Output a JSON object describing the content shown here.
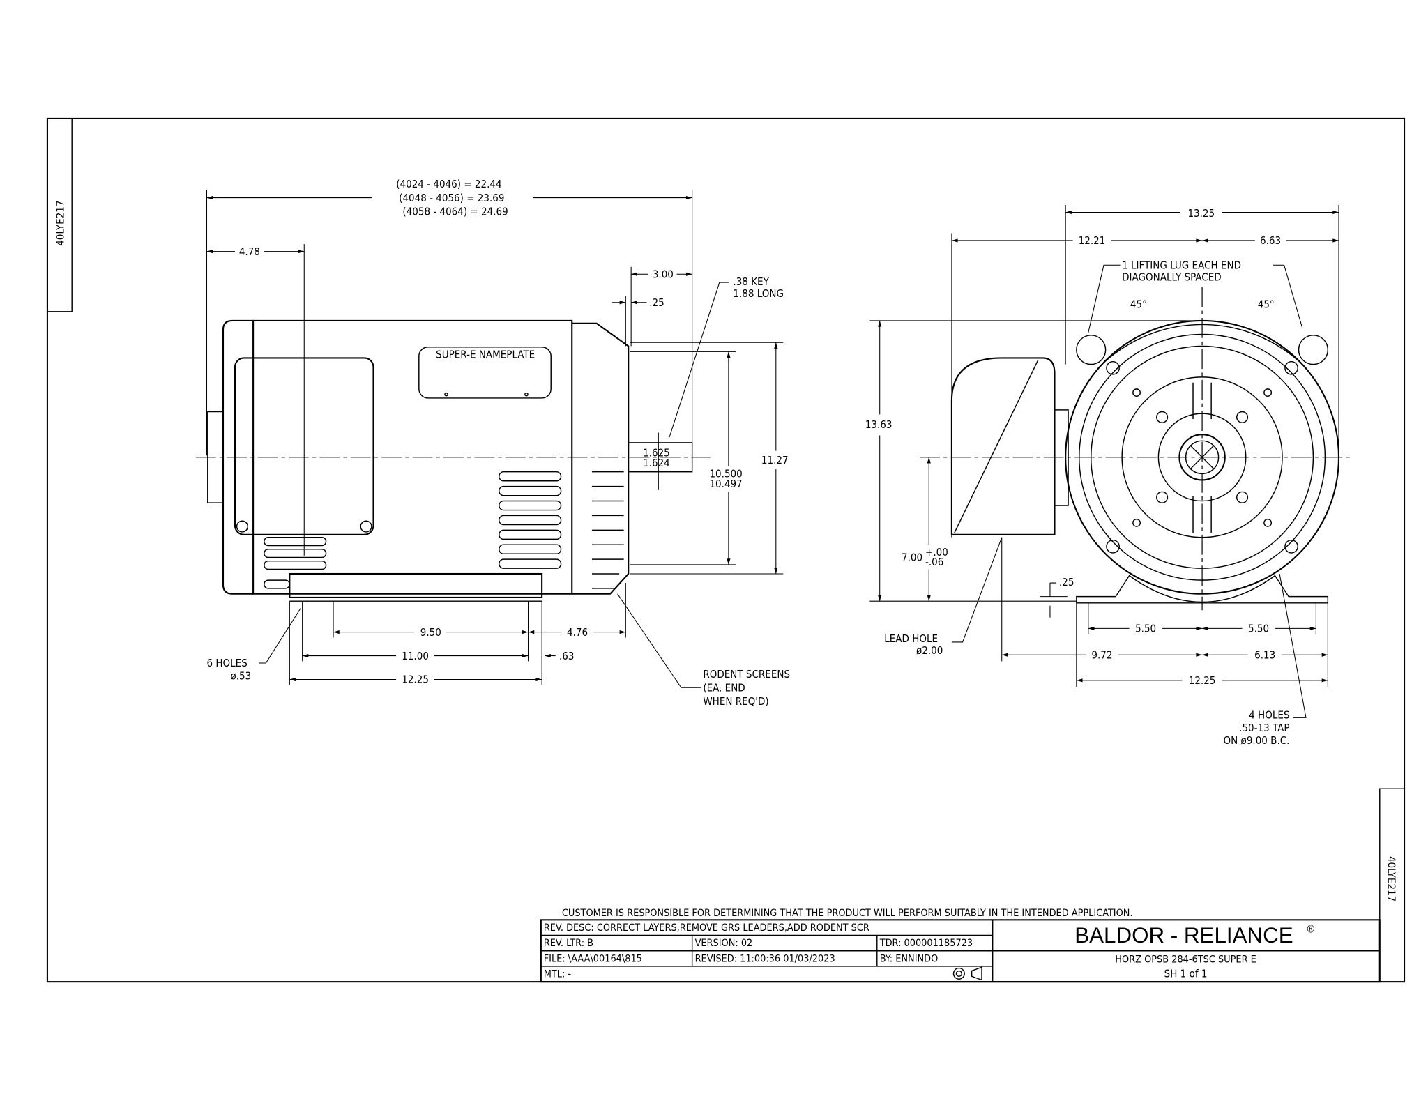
{
  "drawing_number": "40LYE217",
  "side_view": {
    "overall_length_lines": [
      "(4024 - 4046) = 22.44",
      "(4048 - 4056) = 23.69",
      "(4058 - 4064) = 24.69"
    ],
    "dim_478": "4.78",
    "dim_300": "3.00",
    "dim_025": ".25",
    "key_note": [
      ".38 KEY",
      "1.88 LONG"
    ],
    "nameplate": "SUPER-E  NAMEPLATE",
    "shaft_dia": [
      "1.625",
      "1.624"
    ],
    "pilot_dia": [
      "10.500",
      "10.497"
    ],
    "dim_1127": "11.27",
    "dim_950": "9.50",
    "dim_476": "4.76",
    "dim_1100": "11.00",
    "dim_063": ".63",
    "dim_1225": "12.25",
    "holes_note": [
      "6 HOLES",
      "ø.53"
    ],
    "rodent_note": [
      "RODENT SCREENS",
      "(EA. END",
      "WHEN REQ'D)"
    ]
  },
  "end_view": {
    "dim_1325": "13.25",
    "dim_1221": "12.21",
    "dim_663": "6.63",
    "lug_note": [
      "1 LIFTING LUG EACH END",
      "DIAGONALLY SPACED"
    ],
    "angle_left": "45°",
    "angle_right": "45°",
    "dim_1363": "13.63",
    "dim_700": "7.00",
    "dim_700_tol_plus": "+.00",
    "dim_700_tol_minus": "-.06",
    "dim_025": ".25",
    "lead_hole_note": [
      "LEAD HOLE",
      "ø2.00"
    ],
    "dim_550_left": "5.50",
    "dim_550_right": "5.50",
    "dim_972": "9.72",
    "dim_613": "6.13",
    "dim_1225": "12.25",
    "tap_note": [
      "4 HOLES",
      ".50-13 TAP",
      "ON ø9.00 B.C."
    ]
  },
  "title_block": {
    "disclaimer": "CUSTOMER IS RESPONSIBLE FOR DETERMINING THAT THE PRODUCT WILL PERFORM SUITABLY IN THE INTENDED APPLICATION.",
    "rev_desc": "REV. DESC:  CORRECT LAYERS,REMOVE GRS LEADERS,ADD RODENT SCR",
    "rev_ltr": "REV. LTR:  B",
    "version": "VERSION: 02",
    "tdr": "TDR: 000001185723",
    "file": "FILE: \\AAA\\00164\\815",
    "revised": "REVISED: 11:00:36 01/03/2023",
    "by": "BY:  ENNINDO",
    "mtl": "MTL:  -",
    "brand": "BALDOR - RELIANCE",
    "registered": "®",
    "description": "HORZ OPSB 284-6TSC SUPER E",
    "sheet": "SH 1 of 1"
  }
}
